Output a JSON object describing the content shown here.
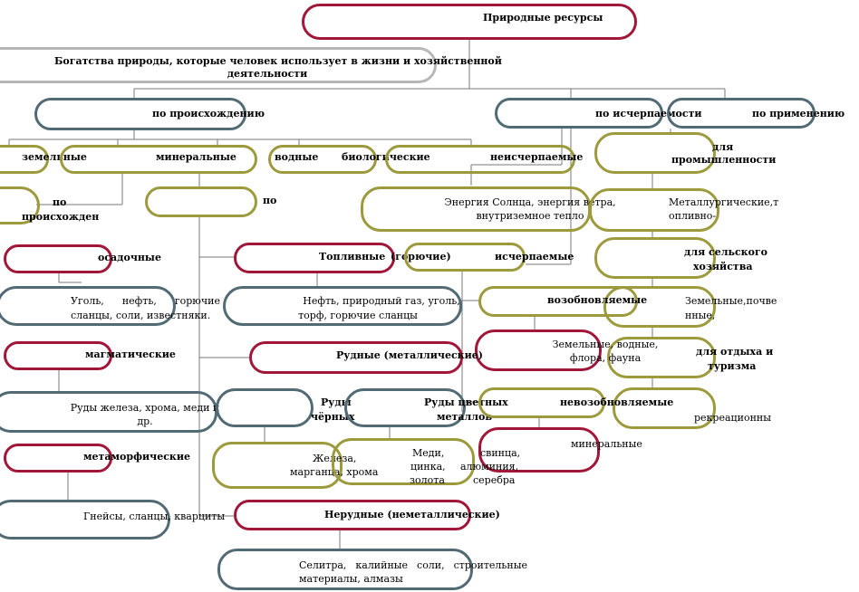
{
  "diagram": {
    "title": "Природные ресурсы",
    "definition": [
      "Богатства природы, которые человек использует в жизни и хозяйственной",
      "деятельности"
    ],
    "by_origin": "по происхождению",
    "by_exhaustibility": "по исчерпаемости",
    "by_use": "по применению",
    "origin_types": {
      "land": "земельные",
      "mineral": "минеральные",
      "water": "водные",
      "biological": "биологические"
    },
    "inexhaustible": "неисчерпаемые",
    "inexhaustible_examples": [
      "Энергия Солнца, энергия ветра,",
      "внутриземное тепло"
    ],
    "sub_by_origin": [
      "по",
      "происхожден"
    ],
    "sub_by": "по",
    "sedimentary": "осадочные",
    "sedimentary_examples": [
      "Уголь, нефть, горючие",
      "сланцы, соли, известняки."
    ],
    "magmatic": "магматические",
    "magmatic_examples": [
      "Руды железа, хрома, меди и",
      "др."
    ],
    "metamorphic": "метаморфические",
    "metamorphic_examples": "Гнейсы, сланцы, кварциты",
    "fuel": [
      "Топливные",
      "(горючие)"
    ],
    "fuel_examples": [
      "Нефть, природный газ, уголь,",
      "торф, горючие сланцы"
    ],
    "ore": "Рудные (металлические)",
    "ferrous": [
      "Руды",
      "чёрных"
    ],
    "nonferrous": [
      "Руды цветных",
      "металлов"
    ],
    "ferrous_examples": [
      "Железа,",
      "марганца, хрома"
    ],
    "nonferrous_examples": [
      "Меди,",
      "цинка,",
      "золота"
    ],
    "nonferrous_examples_2": [
      "свинца,",
      "алюминия,",
      "серебра"
    ],
    "nonmetallic": "Нерудные (неметаллические)",
    "nonmetallic_examples": [
      "Селитра, калийные соли, строительные",
      "материалы, алмазы"
    ],
    "exhaustible": "исчерпаемые",
    "renewable": "возобновляемые",
    "renewable_examples": [
      "Земельные, водные,",
      "флора, фауна"
    ],
    "nonrenewable": "невозобновляемые",
    "nonrenewable_examples": "минеральные",
    "for_industry": [
      "для",
      "промышленности"
    ],
    "industry_examples": [
      "Металлургические,т",
      "опливно-"
    ],
    "for_agriculture": [
      "для сельского",
      "хозяйства"
    ],
    "agriculture_examples": [
      "Земельные,почве",
      "нные,"
    ],
    "for_recreation": [
      "для отдыха и",
      "туризма"
    ],
    "recreation_examples": "рекреационны"
  },
  "colors": {
    "red": "#a0173a",
    "blue": "#526a74",
    "olive": "#9c9a3c",
    "gray": "#b7b7b7",
    "line": "#7a7a7a"
  }
}
